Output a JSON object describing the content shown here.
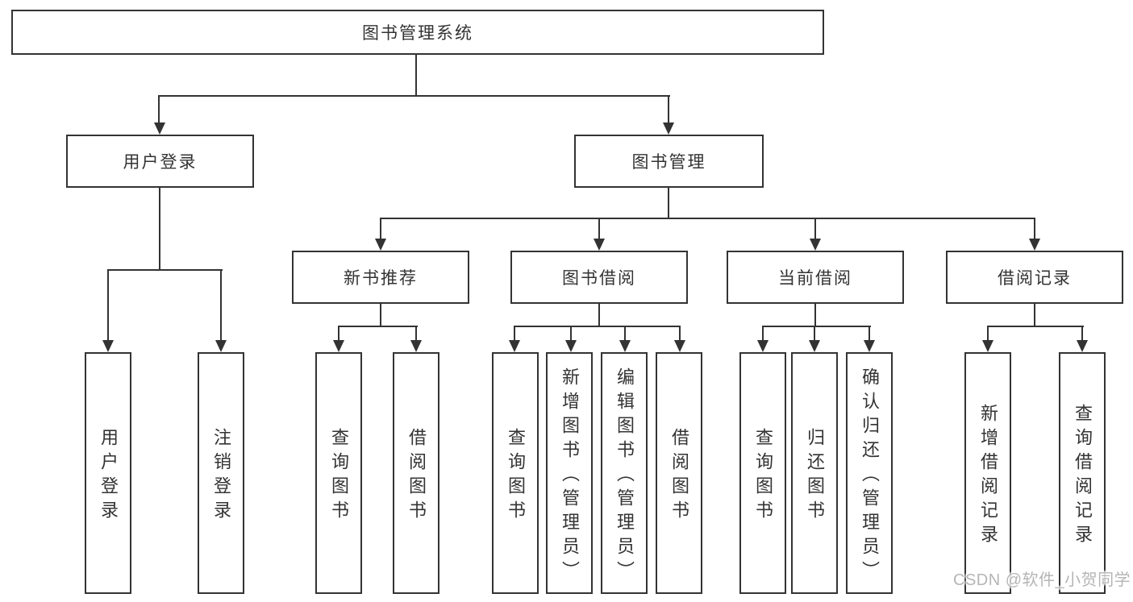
{
  "tree": {
    "root": {
      "label": "图书管理系统"
    },
    "level2": [
      {
        "id": "user-login",
        "label": "用户登录"
      },
      {
        "id": "book-management",
        "label": "图书管理"
      }
    ],
    "level3": [
      {
        "id": "new-book-recommend",
        "label": "新书推荐",
        "parent": "图书管理"
      },
      {
        "id": "book-borrow",
        "label": "图书借阅",
        "parent": "图书管理"
      },
      {
        "id": "current-borrow",
        "label": "当前借阅",
        "parent": "图书管理"
      },
      {
        "id": "borrow-record",
        "label": "借阅记录",
        "parent": "图书管理"
      }
    ],
    "leaves": [
      {
        "group": "用户登录",
        "label": "用户登录"
      },
      {
        "group": "用户登录",
        "label": "注销登录"
      },
      {
        "group": "新书推荐",
        "label": "查询图书"
      },
      {
        "group": "新书推荐",
        "label": "借阅图书"
      },
      {
        "group": "图书借阅",
        "label": "查询图书"
      },
      {
        "group": "图书借阅",
        "label": "新增图书（管理员）"
      },
      {
        "group": "图书借阅",
        "label": "编辑图书（管理员）"
      },
      {
        "group": "图书借阅",
        "label": "借阅图书"
      },
      {
        "group": "当前借阅",
        "label": "查询图书"
      },
      {
        "group": "当前借阅",
        "label": "归还图书"
      },
      {
        "group": "当前借阅",
        "label": "确认归还（管理员）"
      },
      {
        "group": "借阅记录",
        "label": "新增借阅记录"
      },
      {
        "group": "借阅记录",
        "label": "查询借阅记录"
      }
    ]
  },
  "watermark": {
    "text": "CSDN @软件_小贺同学"
  },
  "colors": {
    "line": "#333333",
    "text": "#333333",
    "background": "#ffffff",
    "watermark": "#b5b5b5"
  }
}
